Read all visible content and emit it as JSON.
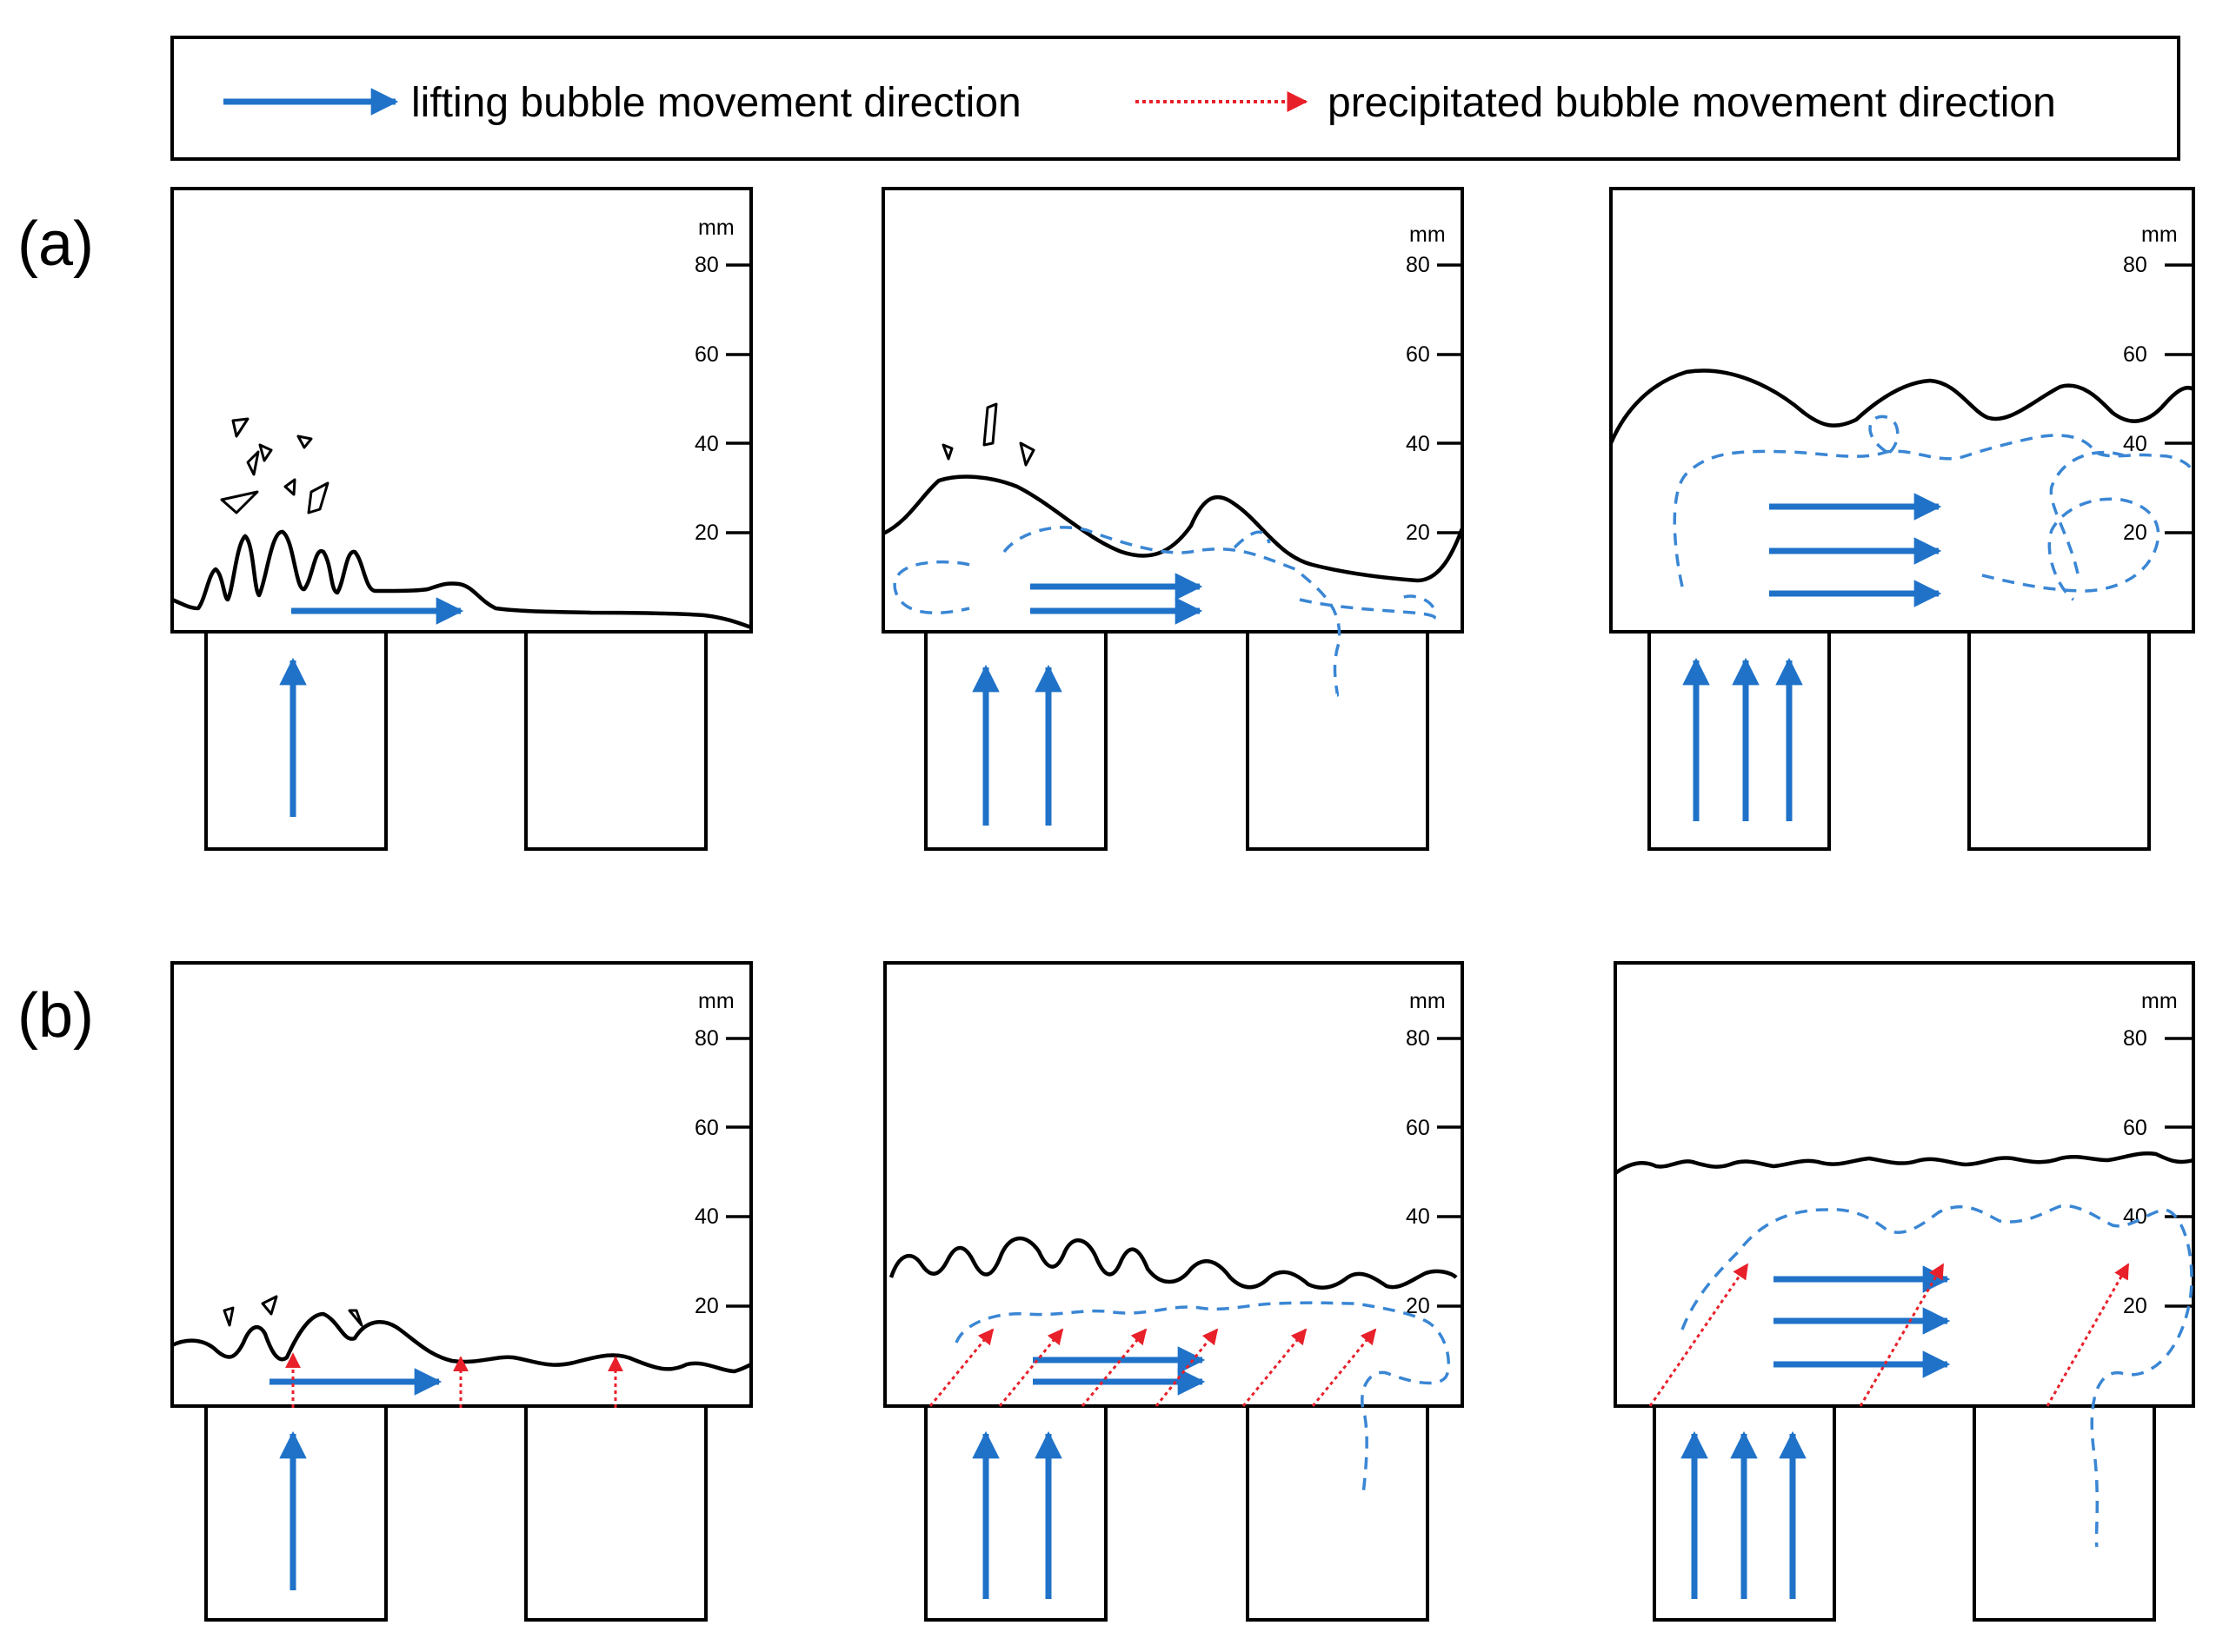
{
  "legend": {
    "lifting_label": "lifting bubble movement direction",
    "precipitated_label": "precipitated bubble movement direction"
  },
  "row_labels": [
    "(a)",
    "(b)"
  ],
  "scale": {
    "unit": "mm",
    "ticks": [
      "80",
      "60",
      "40",
      "20"
    ]
  },
  "colors": {
    "lifting_arrow": "#1f72c8",
    "precipitated_arrow": "#e8202a",
    "dashed_boundary": "#3a86d4",
    "outline": "#000000"
  }
}
